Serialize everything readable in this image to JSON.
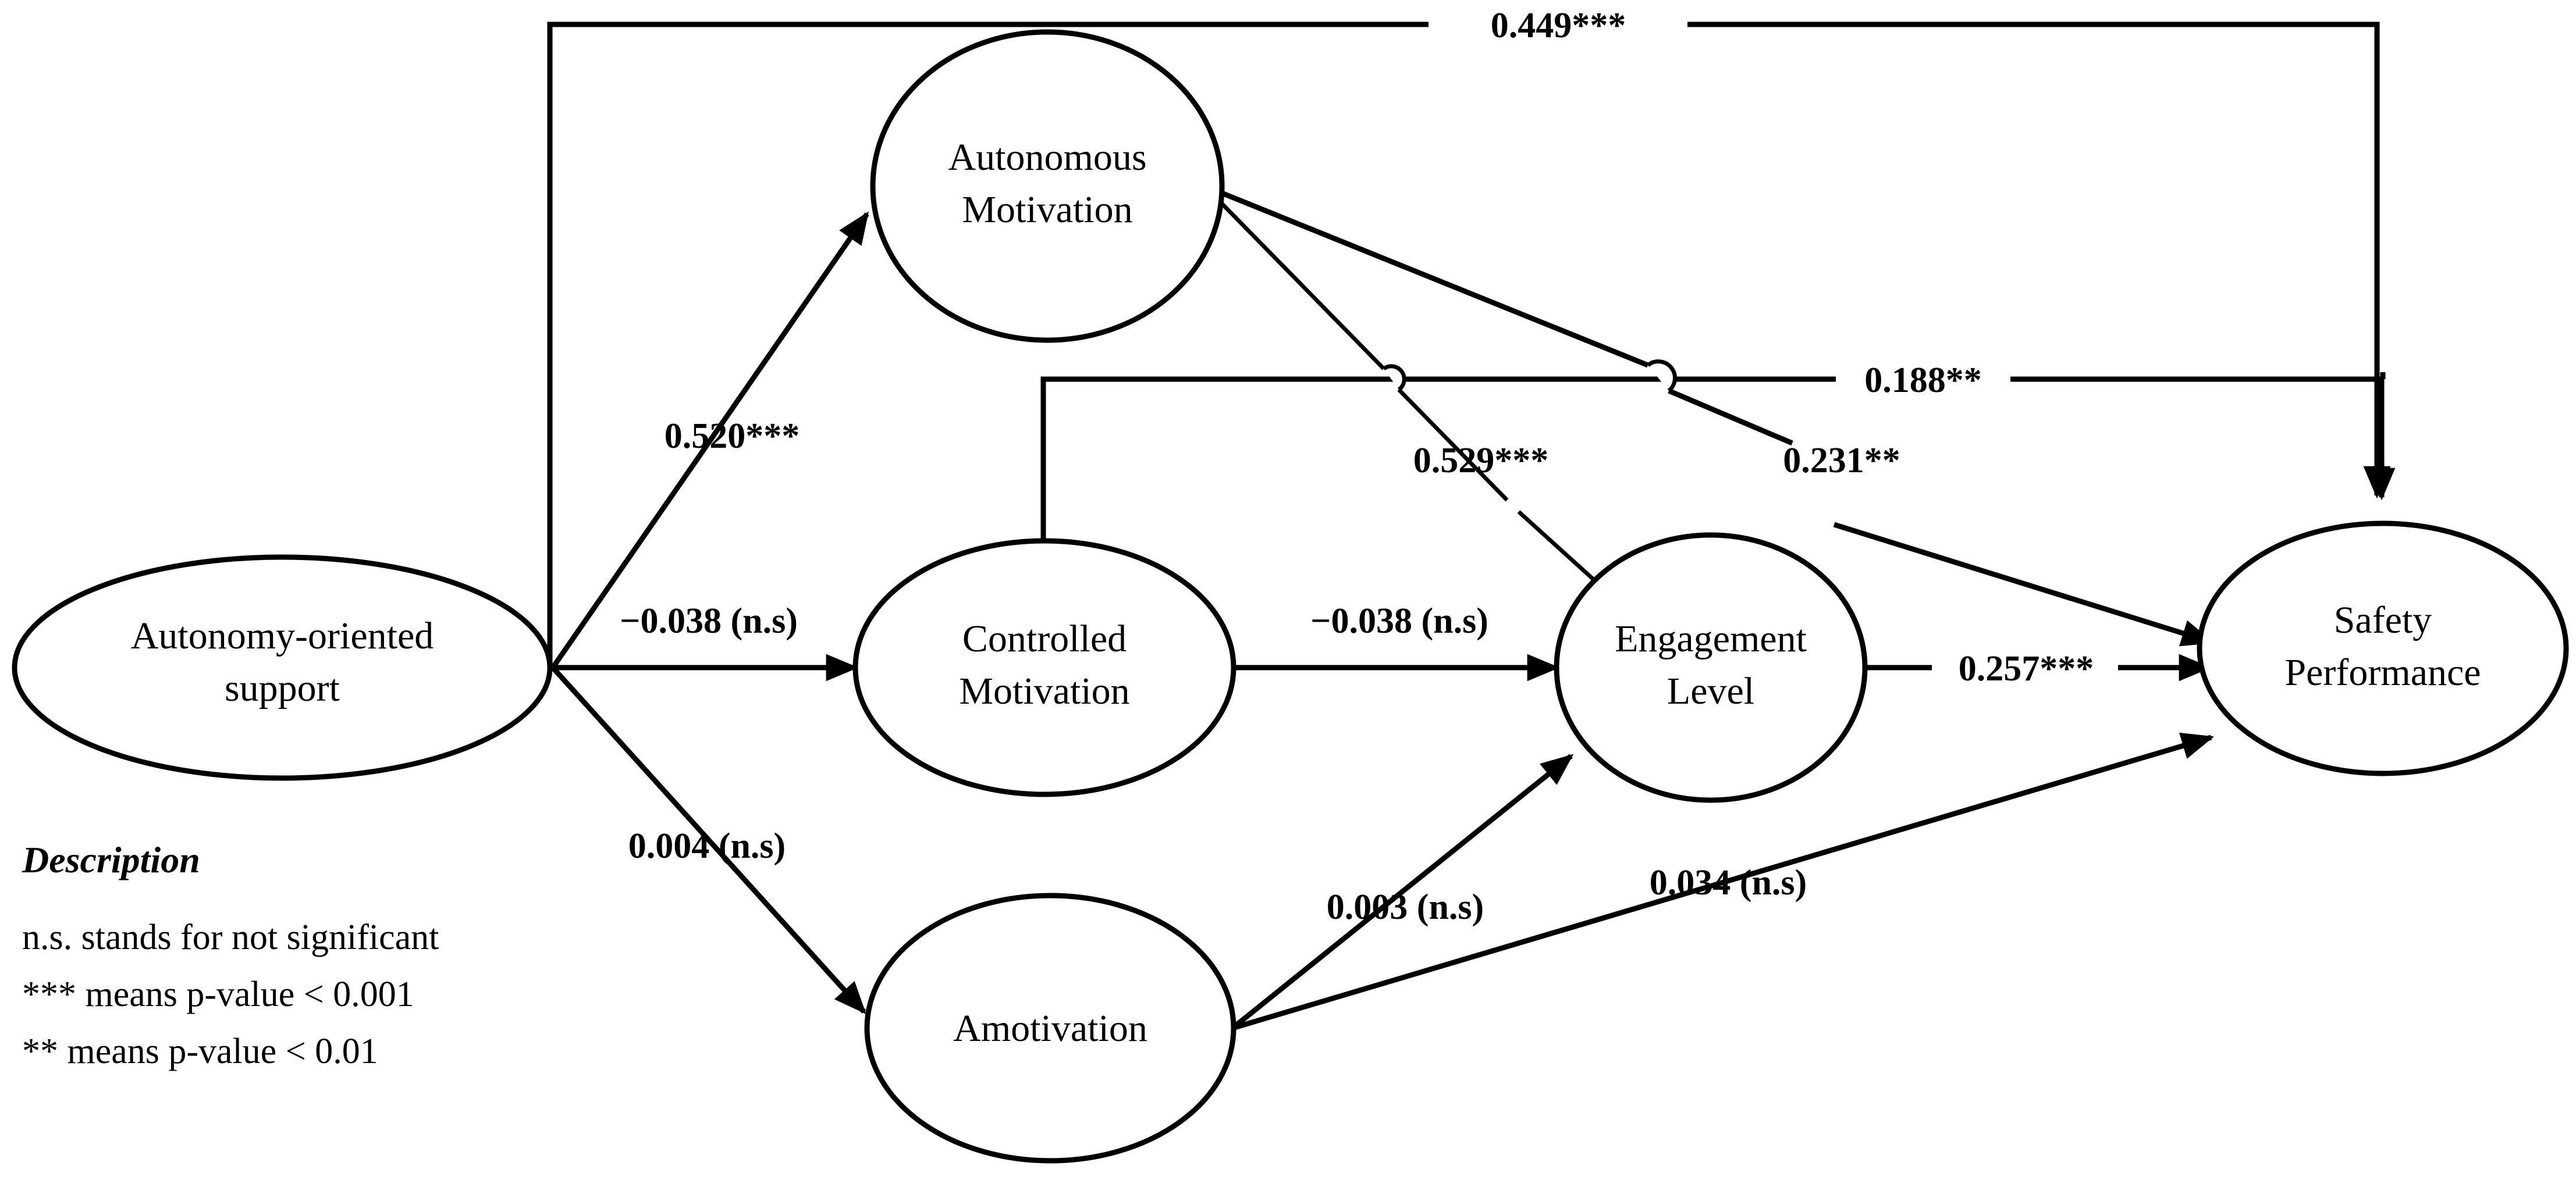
{
  "figure": {
    "type": "path-diagram",
    "background": "#ffffff",
    "stroke_color": "#000000"
  },
  "nodes": [
    {
      "id": "autonomy_support",
      "label_line1": "Autonomy-oriented",
      "label_line2": "support"
    },
    {
      "id": "autonomous_motivation",
      "label_line1": "Autonomous",
      "label_line2": "Motivation"
    },
    {
      "id": "controlled_motivation",
      "label_line1": "Controlled",
      "label_line2": "Motivation"
    },
    {
      "id": "amotivation",
      "label_line1": "Amotivation",
      "label_line2": ""
    },
    {
      "id": "engagement_level",
      "label_line1": "Engagement",
      "label_line2": "Level"
    },
    {
      "id": "safety_performance",
      "label_line1": "Safety",
      "label_line2": "Performance"
    }
  ],
  "edges": [
    {
      "id": "as_to_sp",
      "from": "autonomy_support",
      "to": "safety_performance",
      "label": "0.449***"
    },
    {
      "id": "as_to_am",
      "from": "autonomy_support",
      "to": "autonomous_motivation",
      "label": "0.520***"
    },
    {
      "id": "as_to_cm",
      "from": "autonomy_support",
      "to": "controlled_motivation",
      "label": "−0.038 (n.s)"
    },
    {
      "id": "as_to_amot",
      "from": "autonomy_support",
      "to": "amotivation",
      "label": "0.004 (n.s)"
    },
    {
      "id": "am_to_el",
      "from": "autonomous_motivation",
      "to": "engagement_level",
      "label": "0.529***"
    },
    {
      "id": "am_to_sp",
      "from": "autonomous_motivation",
      "to": "safety_performance",
      "label": "0.231**"
    },
    {
      "id": "cm_to_el",
      "from": "controlled_motivation",
      "to": "engagement_level",
      "label": "−0.038 (n.s)"
    },
    {
      "id": "cm_to_sp",
      "from": "controlled_motivation",
      "to": "safety_performance",
      "label": "0.188**"
    },
    {
      "id": "amot_to_el",
      "from": "amotivation",
      "to": "engagement_level",
      "label": "0.003 (n.s)"
    },
    {
      "id": "amot_to_sp",
      "from": "amotivation",
      "to": "safety_performance",
      "label": "0.034 (n.s)"
    },
    {
      "id": "el_to_sp",
      "from": "engagement_level",
      "to": "safety_performance",
      "label": "0.257***"
    }
  ],
  "legend": {
    "title": "Description",
    "lines": [
      "n.s. stands for not significant",
      "*** means p-value < 0.001",
      "** means p-value < 0.01"
    ]
  },
  "chart_data": {
    "type": "diagram",
    "title": "Structural path model of autonomy-oriented support, motivation types, engagement and safety performance",
    "node_labels": [
      "Autonomy-oriented support",
      "Autonomous Motivation",
      "Controlled Motivation",
      "Amotivation",
      "Engagement Level",
      "Safety Performance"
    ],
    "paths": [
      {
        "source": "Autonomy-oriented support",
        "target": "Autonomous Motivation",
        "coefficient": 0.52,
        "significance": "***",
        "label": "0.520***"
      },
      {
        "source": "Autonomy-oriented support",
        "target": "Controlled Motivation",
        "coefficient": -0.038,
        "significance": "n.s",
        "label": "−0.038 (n.s)"
      },
      {
        "source": "Autonomy-oriented support",
        "target": "Amotivation",
        "coefficient": 0.004,
        "significance": "n.s",
        "label": "0.004 (n.s)"
      },
      {
        "source": "Autonomy-oriented support",
        "target": "Safety Performance",
        "coefficient": 0.449,
        "significance": "***",
        "label": "0.449***"
      },
      {
        "source": "Autonomous Motivation",
        "target": "Engagement Level",
        "coefficient": 0.529,
        "significance": "***",
        "label": "0.529***"
      },
      {
        "source": "Autonomous Motivation",
        "target": "Safety Performance",
        "coefficient": 0.231,
        "significance": "**",
        "label": "0.231**"
      },
      {
        "source": "Controlled Motivation",
        "target": "Engagement Level",
        "coefficient": -0.038,
        "significance": "n.s",
        "label": "−0.038 (n.s)"
      },
      {
        "source": "Controlled Motivation",
        "target": "Safety Performance",
        "coefficient": 0.188,
        "significance": "**",
        "label": "0.188**"
      },
      {
        "source": "Amotivation",
        "target": "Engagement Level",
        "coefficient": 0.003,
        "significance": "n.s",
        "label": "0.003 (n.s)"
      },
      {
        "source": "Amotivation",
        "target": "Safety Performance",
        "coefficient": 0.034,
        "significance": "n.s",
        "label": "0.034 (n.s)"
      },
      {
        "source": "Engagement Level",
        "target": "Safety Performance",
        "coefficient": 0.257,
        "significance": "***",
        "label": "0.257***"
      }
    ],
    "legend_title": "Description",
    "legend_entries": [
      "n.s. stands for not significant",
      "*** means p-value < 0.001",
      "** means p-value < 0.01"
    ]
  }
}
